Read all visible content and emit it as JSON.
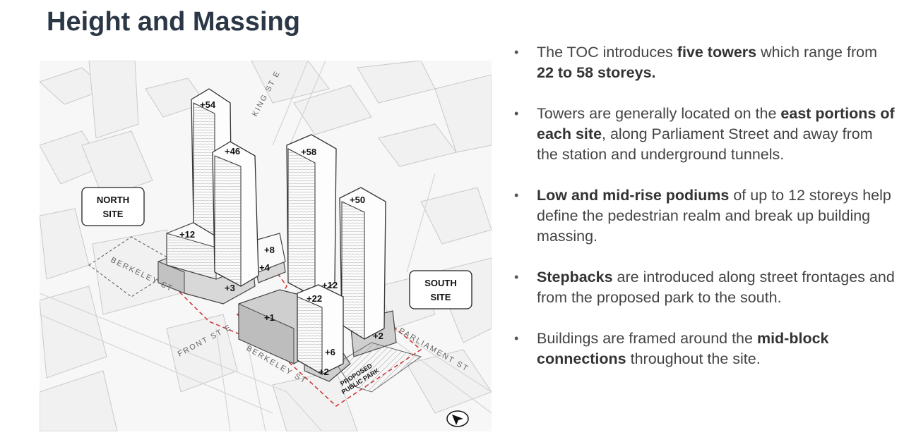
{
  "title": "Height and Massing",
  "map": {
    "north_site": [
      "NORTH",
      "SITE"
    ],
    "south_site": [
      "SOUTH",
      "SITE"
    ],
    "streets": {
      "king": "KING ST E",
      "berkeley_upper": "BERKELEY ST",
      "front": "FRONT ST E",
      "berkeley_lower": "BERKELEY ST",
      "parliament": "PARLIAMENT ST"
    },
    "park": [
      "PROPOSED",
      "PUBLIC PARK"
    ],
    "heights": {
      "t54": "+54",
      "t46": "+46",
      "t58": "+58",
      "t50": "+50",
      "p12a": "+12",
      "p8": "+8",
      "p4": "+4",
      "p3": "+3",
      "p12b": "+12",
      "p22": "+22",
      "p1": "+1",
      "p6": "+6",
      "p2a": "+2",
      "p2b": "+2"
    },
    "north_arrow_icon": "north-arrow-icon"
  },
  "bullets": [
    {
      "parts": [
        {
          "t": "The TOC introduces ",
          "b": false
        },
        {
          "t": "five towers",
          "b": true
        },
        {
          "t": " which range from ",
          "b": false
        },
        {
          "t": "22 to 58 storeys.",
          "b": true
        }
      ]
    },
    {
      "parts": [
        {
          "t": "Towers are generally located on the ",
          "b": false
        },
        {
          "t": "east portions of each site",
          "b": true
        },
        {
          "t": ", along Parliament Street and away from the station and underground tunnels.",
          "b": false
        }
      ]
    },
    {
      "parts": [
        {
          "t": "Low and mid-rise podiums",
          "b": true
        },
        {
          "t": " of up to 12 storeys help define the pedestrian realm and break up building massing.",
          "b": false
        }
      ]
    },
    {
      "parts": [
        {
          "t": "Stepbacks",
          "b": true
        },
        {
          "t": " are introduced along street frontages and from the proposed park to the south.",
          "b": false
        }
      ]
    },
    {
      "parts": [
        {
          "t": "Buildings are framed around the ",
          "b": false
        },
        {
          "t": "mid-block connections",
          "b": true
        },
        {
          "t": " throughout the site.",
          "b": false
        }
      ]
    }
  ]
}
